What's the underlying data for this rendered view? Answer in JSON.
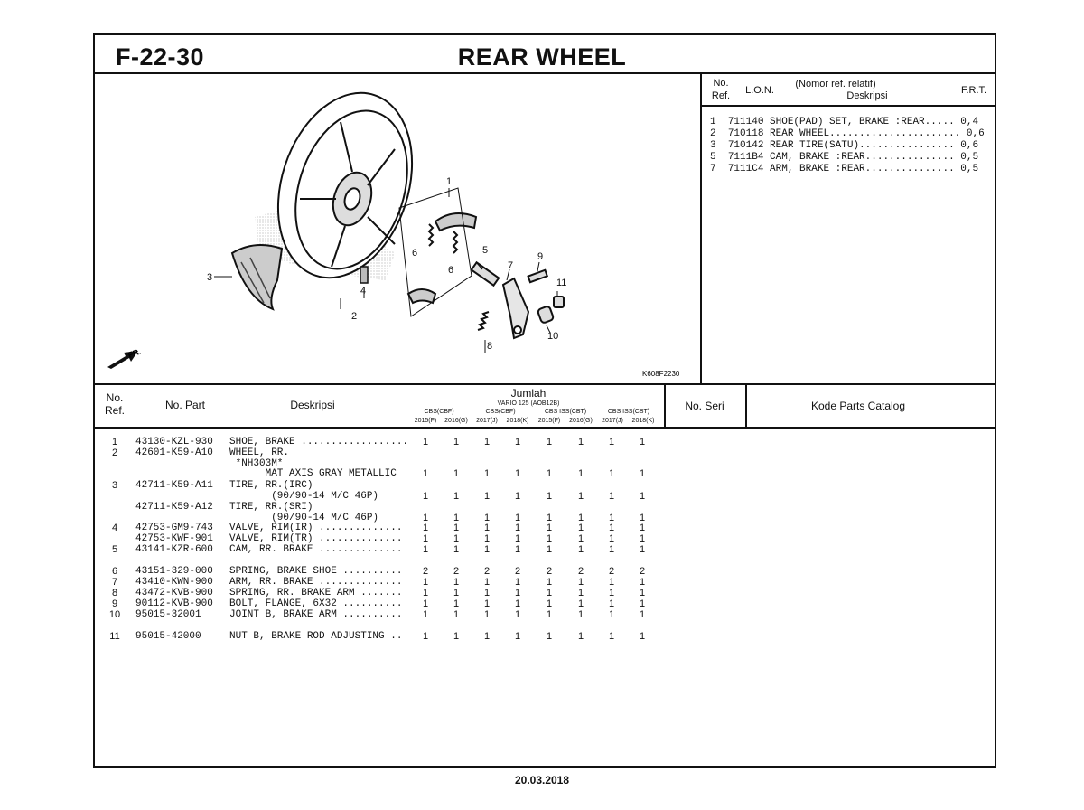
{
  "header": {
    "code": "F-22-30",
    "title": "REAR WHEEL"
  },
  "lon_table": {
    "headers": {
      "no": "No.",
      "ref": "Ref.",
      "lon": "L.O.N.",
      "desc_top": "(Nomor ref. relatif)",
      "desc": "Deskripsi",
      "frt": "F.R.T."
    },
    "rows": [
      {
        "ref": "1",
        "lon": "711140",
        "desc": "SHOE(PAD) SET, BRAKE :REAR.....",
        "frt": "0,4"
      },
      {
        "ref": "2",
        "lon": "710118",
        "desc": "REAR WHEEL......................",
        "frt": "0,6"
      },
      {
        "ref": "3",
        "lon": "710142",
        "desc": "REAR TIRE(SATU)................",
        "frt": "0,6"
      },
      {
        "ref": "5",
        "lon": "7111B4",
        "desc": "CAM, BRAKE :REAR...............",
        "frt": "0,5"
      },
      {
        "ref": "7",
        "lon": "7111C4",
        "desc": "ARM, BRAKE :REAR...............",
        "frt": "0,5"
      }
    ]
  },
  "diagram": {
    "code": "K608F2230",
    "fr_label": "FR.",
    "callouts": [
      "1",
      "2",
      "3",
      "4",
      "5",
      "6",
      "6",
      "7",
      "8",
      "9",
      "10",
      "11"
    ]
  },
  "parts_table": {
    "headers": {
      "no": "No.",
      "ref": "Ref.",
      "part": "No. Part",
      "desc": "Deskripsi",
      "jumlah": "Jumlah",
      "model": "VARIO 125 (AOB12B)",
      "groups": [
        "CBS(CBF)",
        "CBS(CBF)",
        "CBS ISS(CBT)",
        "CBS ISS(CBT)"
      ],
      "years": [
        "2015(F)",
        "2016(G)",
        "2017(J)",
        "2018(K)",
        "2015(F)",
        "2016(G)",
        "2017(J)",
        "2018(K)"
      ],
      "seri": "No. Seri",
      "catalog": "Kode Parts Catalog"
    },
    "rows": [
      {
        "ref": "1",
        "part": "43130-KZL-930",
        "desc": "SHOE, BRAKE ..................",
        "qty": [
          "1",
          "1",
          "1",
          "1",
          "1",
          "1",
          "1",
          "1"
        ]
      },
      {
        "ref": "2",
        "part": "42601-K59-A10",
        "desc": "WHEEL, RR.",
        "qty": []
      },
      {
        "ref": "",
        "part": "",
        "desc": " *NH303M*",
        "qty": []
      },
      {
        "ref": "",
        "part": "",
        "desc": "      MAT AXIS GRAY METALLIC",
        "qty": [
          "1",
          "1",
          "1",
          "1",
          "1",
          "1",
          "1",
          "1"
        ]
      },
      {
        "ref": "3",
        "part": "42711-K59-A11",
        "desc": "TIRE, RR.(IRC)",
        "qty": []
      },
      {
        "ref": "",
        "part": "",
        "desc": "       (90/90-14 M/C 46P)",
        "qty": [
          "1",
          "1",
          "1",
          "1",
          "1",
          "1",
          "1",
          "1"
        ]
      },
      {
        "ref": "",
        "part": "42711-K59-A12",
        "desc": "TIRE, RR.(SRI)",
        "qty": []
      },
      {
        "ref": "",
        "part": "",
        "desc": "       (90/90-14 M/C 46P)",
        "qty": [
          "1",
          "1",
          "1",
          "1",
          "1",
          "1",
          "1",
          "1"
        ]
      },
      {
        "ref": "4",
        "part": "42753-GM9-743",
        "desc": "VALVE, RIM(IR) ..............",
        "qty": [
          "1",
          "1",
          "1",
          "1",
          "1",
          "1",
          "1",
          "1"
        ]
      },
      {
        "ref": "",
        "part": "42753-KWF-901",
        "desc": "VALVE, RIM(TR) ..............",
        "qty": [
          "1",
          "1",
          "1",
          "1",
          "1",
          "1",
          "1",
          "1"
        ]
      },
      {
        "ref": "5",
        "part": "43141-KZR-600",
        "desc": "CAM, RR. BRAKE ..............",
        "qty": [
          "1",
          "1",
          "1",
          "1",
          "1",
          "1",
          "1",
          "1"
        ]
      },
      {
        "ref": "6",
        "part": "43151-329-000",
        "desc": "SPRING, BRAKE SHOE ..........",
        "qty": [
          "2",
          "2",
          "2",
          "2",
          "2",
          "2",
          "2",
          "2"
        ]
      },
      {
        "ref": "7",
        "part": "43410-KWN-900",
        "desc": "ARM, RR. BRAKE ..............",
        "qty": [
          "1",
          "1",
          "1",
          "1",
          "1",
          "1",
          "1",
          "1"
        ]
      },
      {
        "ref": "8",
        "part": "43472-KVB-900",
        "desc": "SPRING, RR. BRAKE ARM .......",
        "qty": [
          "1",
          "1",
          "1",
          "1",
          "1",
          "1",
          "1",
          "1"
        ]
      },
      {
        "ref": "9",
        "part": "90112-KVB-900",
        "desc": "BOLT, FLANGE, 6X32 ..........",
        "qty": [
          "1",
          "1",
          "1",
          "1",
          "1",
          "1",
          "1",
          "1"
        ]
      },
      {
        "ref": "10",
        "part": "95015-32001",
        "desc": "JOINT B, BRAKE ARM ..........",
        "qty": [
          "1",
          "1",
          "1",
          "1",
          "1",
          "1",
          "1",
          "1"
        ]
      },
      {
        "ref": "11",
        "part": "95015-42000",
        "desc": "NUT B, BRAKE ROD ADJUSTING ..",
        "qty": [
          "1",
          "1",
          "1",
          "1",
          "1",
          "1",
          "1",
          "1"
        ]
      }
    ]
  },
  "footer": {
    "date": "20.03.2018"
  }
}
